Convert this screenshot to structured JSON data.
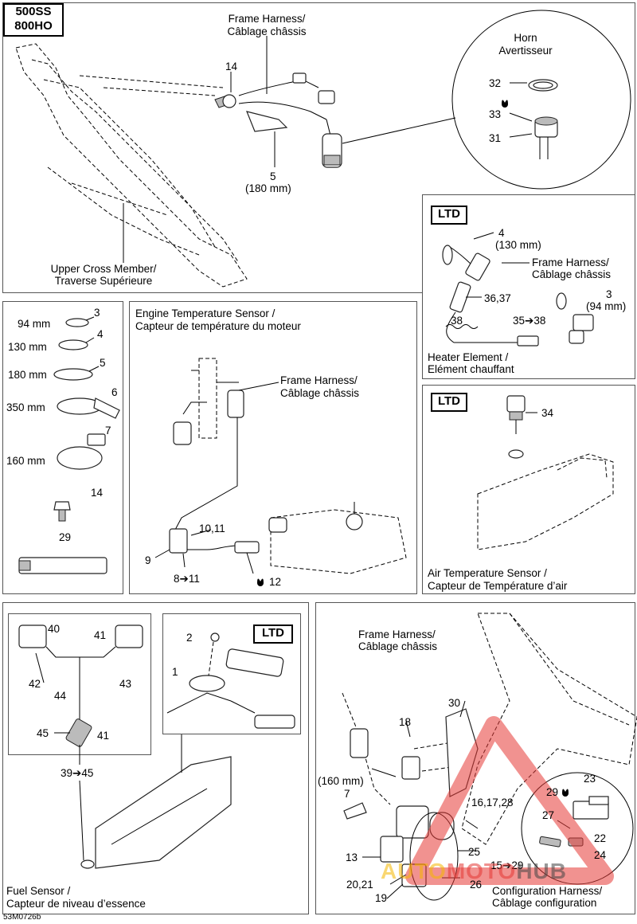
{
  "title_badge": {
    "line1": "500SS",
    "line2": "800HO"
  },
  "doc_code": "53M0726b",
  "ltd": "LTD",
  "top": {
    "frame_harness": [
      "Frame Harness/",
      "Câblage châssis"
    ],
    "horn": [
      "Horn",
      "Avertisseur"
    ],
    "upper_cross": [
      "Upper Cross Member/",
      "Traverse Supérieure"
    ],
    "refs": {
      "r14": "14",
      "r5": "5",
      "r5len": "(180 mm)",
      "r32": "32",
      "r33": "33",
      "r31": "31"
    }
  },
  "heater": {
    "caption": [
      "Heater Element /",
      "Elément chauffant"
    ],
    "frame_harness": [
      "Frame Harness/",
      "Câblage châssis"
    ],
    "refs": {
      "r4": "4",
      "r4len": "(130 mm)",
      "r3": "3",
      "r3len": "(94 mm)",
      "r3637": "36,37",
      "r38": "38",
      "r3538": "35➔38"
    }
  },
  "ties": {
    "rows": [
      {
        "len": "94 mm",
        "ref": "3"
      },
      {
        "len": "130 mm",
        "ref": "4"
      },
      {
        "len": "180 mm",
        "ref": "5"
      },
      {
        "len": "350 mm",
        "ref": "6"
      },
      {
        "len": "160 mm",
        "ref": "7"
      }
    ],
    "r14": "14",
    "r29": "29"
  },
  "engine": {
    "caption": [
      "Engine Temperature Sensor /",
      "Capteur de température du moteur"
    ],
    "frame_harness": [
      "Frame Harness/",
      "Câblage châssis"
    ],
    "refs": {
      "r1011": "10,11",
      "r9": "9",
      "r811": "8➔11",
      "r12": "12"
    }
  },
  "air": {
    "caption": [
      "Air Temperature Sensor /",
      "Capteur de Température d’air"
    ],
    "refs": {
      "r34": "34"
    }
  },
  "fuel": {
    "caption": [
      "Fuel Sensor /",
      "Capteur de niveau d’essence"
    ],
    "refs": {
      "r40": "40",
      "r41a": "41",
      "r42": "42",
      "r43": "43",
      "r44": "44",
      "r45": "45",
      "r41b": "41",
      "r3945": "39➔45",
      "r2": "2",
      "r1": "1"
    }
  },
  "config": {
    "frame_harness": [
      "Frame Harness/",
      "Câblage châssis"
    ],
    "caption": [
      "Configuration Harness/",
      "Câblage configuration"
    ],
    "refs": {
      "r18": "18",
      "r30": "30",
      "r160": "(160 mm)",
      "r7": "7",
      "r161728": "16,17,28",
      "r29": "29",
      "r23": "23",
      "r27": "27",
      "r22": "22",
      "r24": "24",
      "r13": "13",
      "r25": "25",
      "r1529": "15➔29",
      "r2021": "20,21",
      "r26": "26",
      "r19": "19"
    }
  },
  "watermark": {
    "a": "AUTO",
    "b": "MOTO",
    "c": "HUB"
  }
}
